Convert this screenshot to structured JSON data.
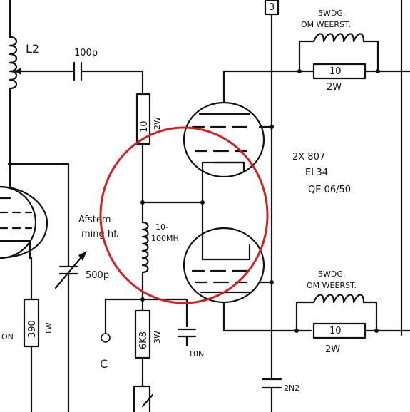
{
  "labels": {
    "inductor_l2": "L2",
    "cap_100p": "100p",
    "res_10_top": "10",
    "res_2w_top": "2W",
    "afstemming_1": "Afstem-",
    "afstemming_2": "ming hf.",
    "inductor_value_1": "10-",
    "inductor_value_2": "100MH",
    "cap_500p": "500p",
    "res_390": "390",
    "res_1w": "1W",
    "res_left_partial": "ON",
    "res_6k8": "6K8",
    "res_3w": "3W",
    "terminal_c": "C",
    "cap_10n": "10N",
    "cap_2n2": "2N2",
    "tube_count": "2X 807",
    "tube_alt_1": "EL34",
    "tube_alt_2": "QE 06/50",
    "top_label_5wdg": "5WDG.",
    "top_label_omweerst": "OM WEERST.",
    "top_res_10": "10",
    "top_res_2w": "2W",
    "bottom_label_5wdg": "5WDG.",
    "bottom_label_omweerst": "OM WEERST.",
    "bottom_res_10": "10",
    "bottom_res_2w": "2W",
    "top_box_digit": "3"
  },
  "colors": {
    "ink": "#111111",
    "highlight": "#d6201f",
    "background": "#ffffff"
  }
}
